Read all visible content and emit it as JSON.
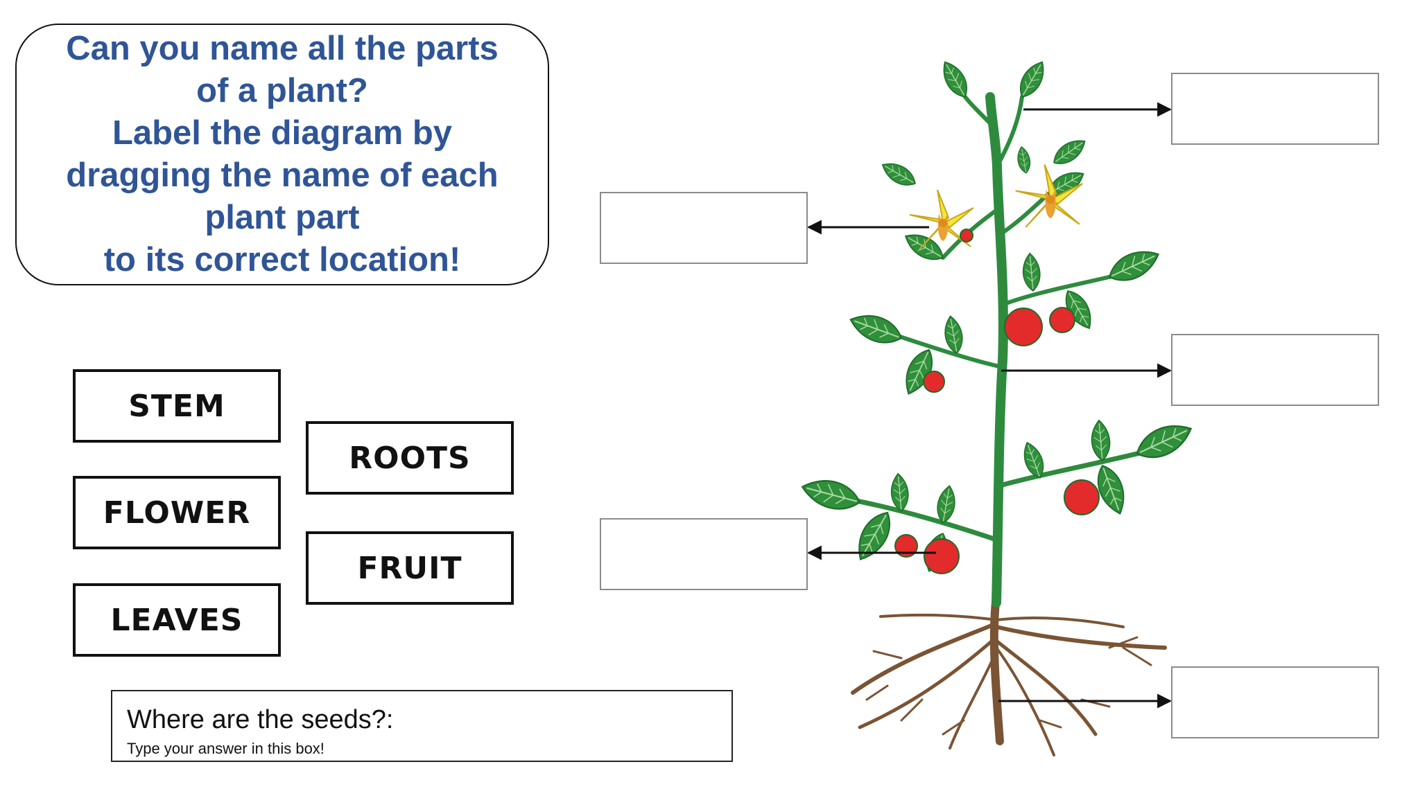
{
  "instructions": {
    "lines": [
      "Can you name all the parts",
      "of a plant?",
      "Label the diagram by",
      "dragging the name of each",
      "plant part",
      "to its correct location!"
    ]
  },
  "labels": {
    "stem": "STEM",
    "roots": "ROOTS",
    "flower": "FLOWER",
    "fruit": "FRUIT",
    "leaves": "LEAVES"
  },
  "seeds_question": {
    "title": "Where are the seeds?:",
    "placeholder": "Type your answer in this box!"
  },
  "colors": {
    "title_text": "#2f5597",
    "stem": "#2e8b3e",
    "leaf": "#2f8f3a",
    "flower": "#f5e43b",
    "fruit": "#e32b2b",
    "root": "#7a5434"
  }
}
